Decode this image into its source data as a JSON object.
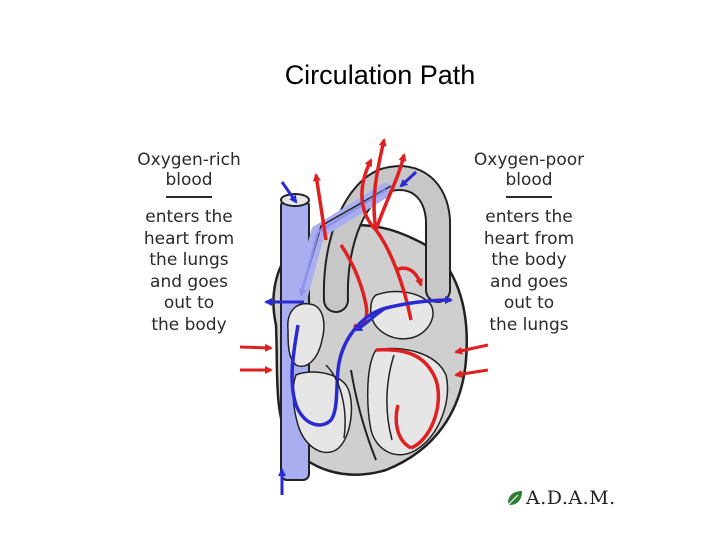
{
  "title": "Circulation Path",
  "left_label": {
    "heading": [
      "Oxygen-rich",
      "blood"
    ],
    "body": [
      "enters the",
      "heart from",
      "the lungs",
      "and goes",
      "out to",
      "the body"
    ]
  },
  "right_label": {
    "heading": [
      "Oxygen-poor",
      "blood"
    ],
    "body": [
      "enters the",
      "heart from",
      "the body",
      "and goes",
      "out to",
      "the lungs"
    ]
  },
  "logo": {
    "text": "A.D.A.M."
  },
  "colors": {
    "oxygen_rich": "#e02020",
    "oxygen_poor": "#2a2ad0",
    "pale_vessel": "#a9aef0",
    "tissue": "#bfbfbf",
    "outline": "#222222",
    "logo_leaf": "#2f7d32"
  }
}
